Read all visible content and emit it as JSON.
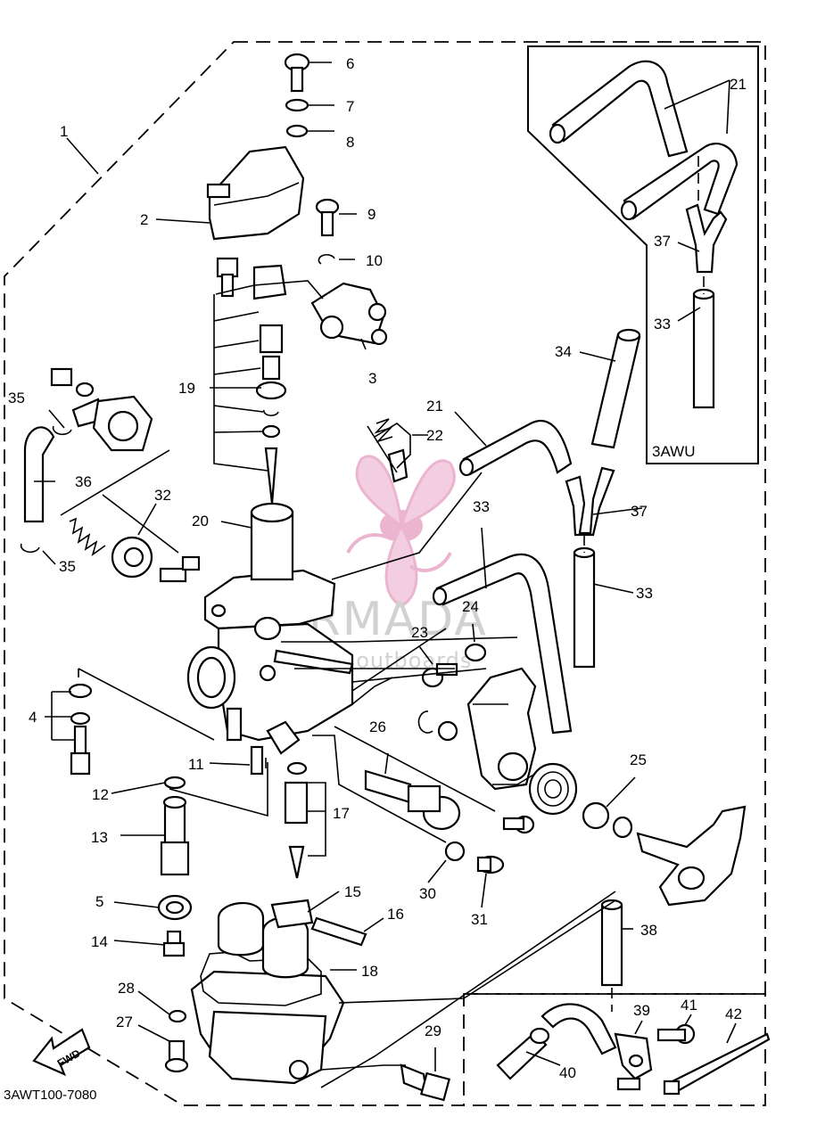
{
  "diagram": {
    "drawing_code": "3AWT100-7080",
    "variant_box_label": "3AWU",
    "fwd_label": "FWD",
    "watermark": {
      "brand": "ARMADA",
      "tagline": "marine outboards",
      "brand_color": "#e8a9c8"
    },
    "part_labels": [
      "1",
      "2",
      "3",
      "4",
      "5",
      "6",
      "7",
      "8",
      "9",
      "10",
      "11",
      "12",
      "13",
      "14",
      "15",
      "16",
      "17",
      "18",
      "19",
      "20",
      "21",
      "21",
      "22",
      "23",
      "24",
      "25",
      "26",
      "27",
      "28",
      "29",
      "30",
      "31",
      "32",
      "33",
      "33",
      "33",
      "34",
      "35",
      "35",
      "36",
      "37",
      "37",
      "38",
      "39",
      "40",
      "41",
      "42"
    ]
  }
}
